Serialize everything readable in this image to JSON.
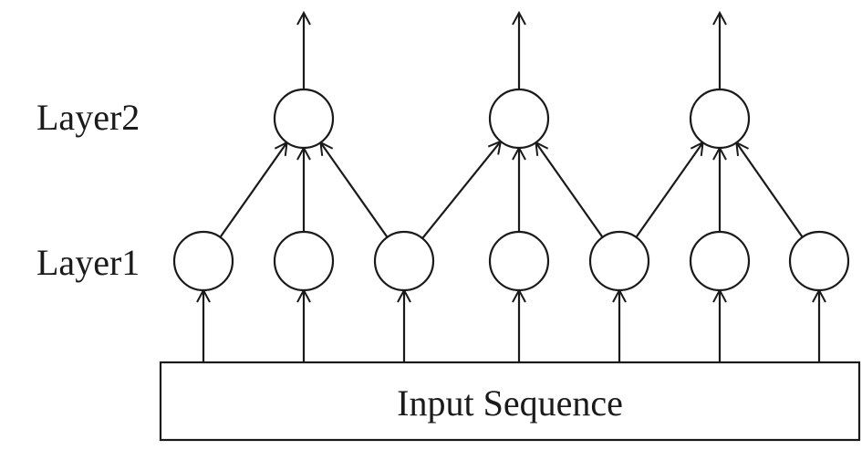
{
  "labels": {
    "layer2": "Layer2",
    "layer1": "Layer1",
    "input": "Input Sequence"
  },
  "diagram": {
    "layer1_node_count": 7,
    "layer2_node_count": 3,
    "layer2_receives_from_layer1": [
      [
        0,
        1,
        2
      ],
      [
        2,
        3,
        4
      ],
      [
        4,
        5,
        6
      ]
    ],
    "each_layer1_node_receives_from": "input",
    "each_layer2_node_outputs_upward": true,
    "line_color": "#1a1a1a"
  }
}
